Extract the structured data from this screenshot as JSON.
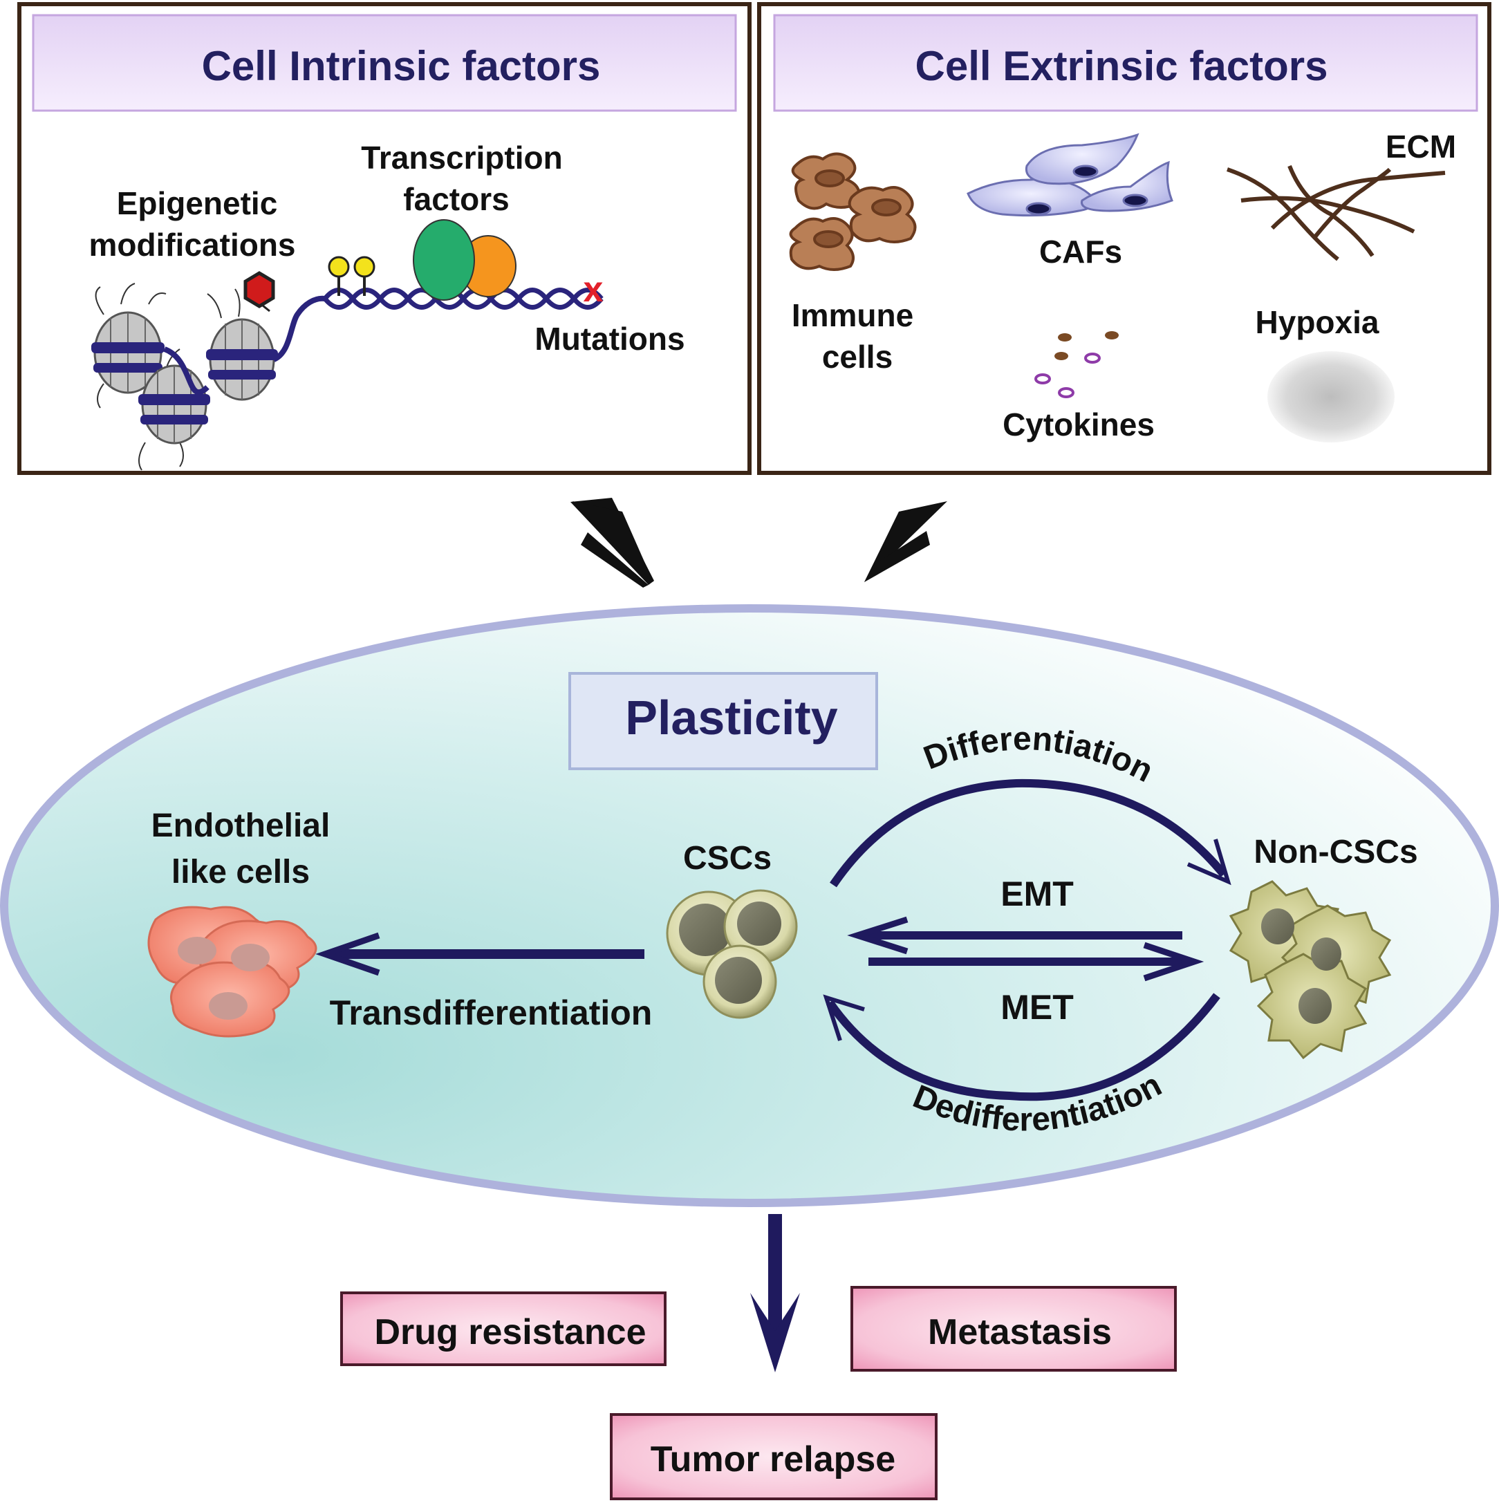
{
  "intrinsic": {
    "header": "Cell Intrinsic factors",
    "epigenetic_line1": "Epigenetic",
    "epigenetic_line2": "modifications",
    "tf_line1": "Transcription",
    "tf_line2": "factors",
    "mutations": "Mutations",
    "mutation_mark": "x"
  },
  "extrinsic": {
    "header": "Cell Extrinsic factors",
    "ecm": "ECM",
    "cafs": "CAFs",
    "immune_line1": "Immune",
    "immune_line2": "cells",
    "hypoxia": "Hypoxia",
    "cytokines": "Cytokines"
  },
  "plasticity": {
    "title": "Plasticity",
    "endothelial_line1": "Endothelial",
    "endothelial_line2": "like cells",
    "cscs": "CSCs",
    "non_cscs": "Non-CSCs",
    "differentiation": "Differentiation",
    "dedifferentiation": "Dedifferentiation",
    "emt": "EMT",
    "met": "MET",
    "transdifferentiation": "Transdifferentiation"
  },
  "outcomes": {
    "drug_resistance": "Drug resistance",
    "metastasis": "Metastasis",
    "tumor_relapse": "Tumor relapse"
  },
  "colors": {
    "frame_border": "#3b2516",
    "header_fill": "#efe2fb",
    "header_border": "#c5a6df",
    "title_text": "#232060",
    "arrow_navy": "#1f1a5e",
    "ellipse_border": "#aeb2dc",
    "ellipse_fill_inner": "#a9dfdc",
    "outcome_fill": "#f7c2d6",
    "outcome_border": "#4a1a2a"
  }
}
